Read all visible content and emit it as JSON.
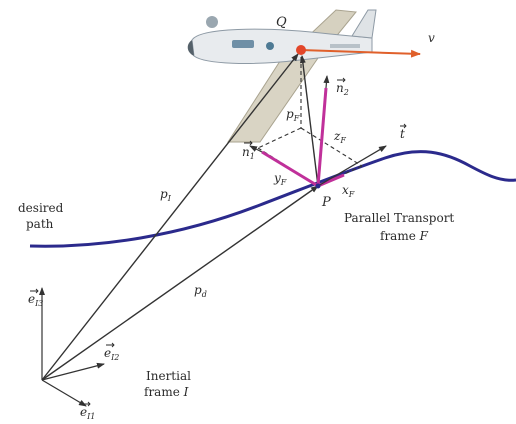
{
  "colors": {
    "path": "#2b2a8c",
    "velocity": "#e0602b",
    "normal": "#c0309a",
    "vector": "#333333",
    "point": "#e2462a"
  },
  "labels": {
    "Q": "Q",
    "P": "P",
    "v": "v",
    "pI": "p",
    "pI_sub": "I",
    "pd": "p",
    "pd_sub": "d",
    "pF": "p",
    "pF_sub": "F",
    "n1": "n",
    "n1_sub": "1",
    "n2": "n",
    "n2_sub": "2",
    "t": "t",
    "xF": "x",
    "xF_sub": "F",
    "yF": "y",
    "yF_sub": "F",
    "zF": "z",
    "zF_sub": "F",
    "eI1": "e",
    "eI1_sub": "I1",
    "eI2": "e",
    "eI2_sub": "I2",
    "eI3": "e",
    "eI3_sub": "I3",
    "desired_path_1": "desired",
    "desired_path_2": "path",
    "parallel_1": "Parallel Transport",
    "parallel_2": "frame",
    "parallel_sym": "F",
    "inertial_1": "Inertial",
    "inertial_2": "frame",
    "inertial_sym": "I"
  },
  "icons": {
    "aircraft": "aircraft-icon"
  }
}
